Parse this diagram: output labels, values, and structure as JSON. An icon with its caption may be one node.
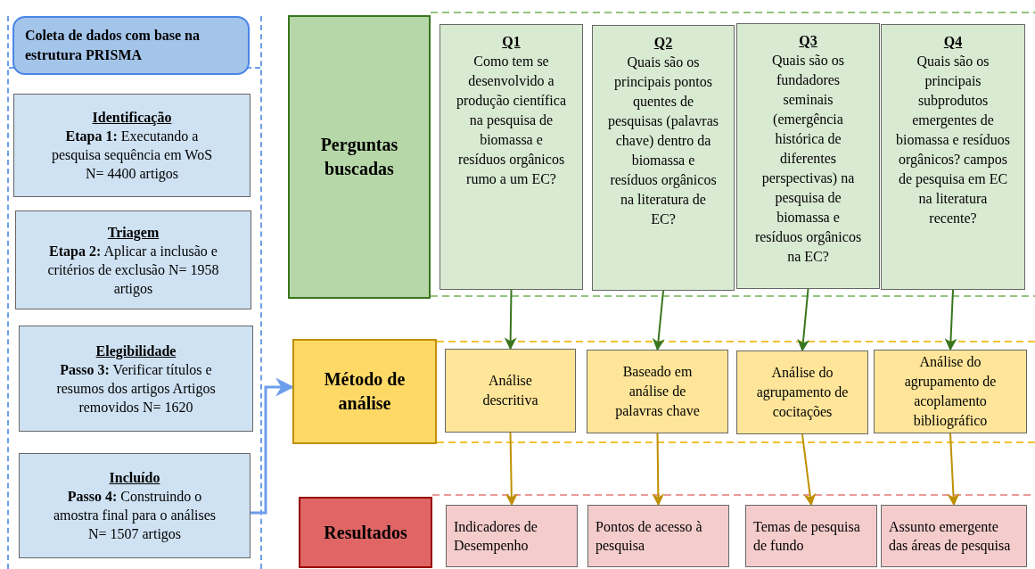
{
  "diagram": {
    "nodes": [
      {
        "text": [
          "Coleta de dados com base na estrutura PRISMA"
        ]
      },
      {
        "text": [
          "Identificação",
          "**Etapa 1:** Executando a pesquisa sequência em WoS N= 4400 artigos"
        ],
        "in": 0
      },
      {
        "text": [
          "Triagem",
          "**Etapa 2:** Aplicar a inclusão e critérios de exclusão N= 1958 artigos"
        ],
        "in": 0
      },
      {
        "text": [
          "Elegibilidade",
          "**Passo 3:** Verificar títulos e resumos dos artigos Artigos removidos N= 1620"
        ],
        "in": 0
      },
      {
        "text": [
          "Incluído",
          "**Passo 4:** Construindo o amostra final para o análises N= 1507 artigos"
        ],
        "in": 0
      },
      {
        "text": [
          "Perguntas buscadas"
        ]
      },
      {
        "text": [
          "Q1",
          "Como tem se desenvolvido a produção científica na pesquisa de biomassa e resíduos orgânicos rumo a um EC?"
        ]
      },
      {
        "text": [
          "Q2",
          "Quais são os principais pontos quentes de pesquisas (palavras chave) dentro da biomassa e resíduos orgânicos na literatura de EC?"
        ]
      },
      {
        "text": [
          "Q3",
          "Quais são os fundadores seminais (emergência histórica de diferentes perspectivas) na pesquisa de biomassa e resíduos orgânicos na EC?"
        ]
      },
      {
        "text": [
          "Q4",
          "Quais são os principais subprodutos emergentes de biomassa e resíduos orgânicos? campos de pesquisa em EC na literatura recente?"
        ]
      },
      {
        "text": [
          "Método de análise"
        ]
      },
      {
        "text": [
          "Análise descritiva"
        ]
      },
      {
        "text": [
          "Baseado em análise de palavras chave"
        ]
      },
      {
        "text": [
          "Análise do agrupamento de cocitações"
        ]
      },
      {
        "text": [
          "Análise do agrupamento de acoplamento bibliográfico"
        ]
      },
      {
        "text": [
          "Resultados"
        ]
      },
      {
        "text": [
          "Indicadores de Desempenho"
        ]
      },
      {
        "text": [
          "Pontos de acesso à pesquisa"
        ]
      },
      {
        "text": [
          "Temas de pesquisa de fundo"
        ]
      },
      {
        "text": [
          "Assunto emergente das áreas de pesquisa"
        ]
      }
    ],
    "edges": [
      {
        "from": 4,
        "to": 10,
        "arrow": "to",
        "color": "#6d9eeb"
      },
      {
        "from": 6,
        "to": 11,
        "arrow": "to",
        "color": "#38761d"
      },
      {
        "from": 7,
        "to": 12,
        "arrow": "to",
        "color": "#38761d"
      },
      {
        "from": 8,
        "to": 13,
        "arrow": "to",
        "color": "#38761d"
      },
      {
        "from": 9,
        "to": 14,
        "arrow": "to",
        "color": "#38761d"
      },
      {
        "from": 11,
        "to": 16,
        "arrow": "to",
        "color": "#bf9000"
      },
      {
        "from": 12,
        "to": 17,
        "arrow": "to",
        "color": "#bf9000"
      },
      {
        "from": 13,
        "to": 18,
        "arrow": "to",
        "color": "#bf9000"
      },
      {
        "from": 14,
        "to": 19,
        "arrow": "to",
        "color": "#bf9000"
      }
    ]
  }
}
